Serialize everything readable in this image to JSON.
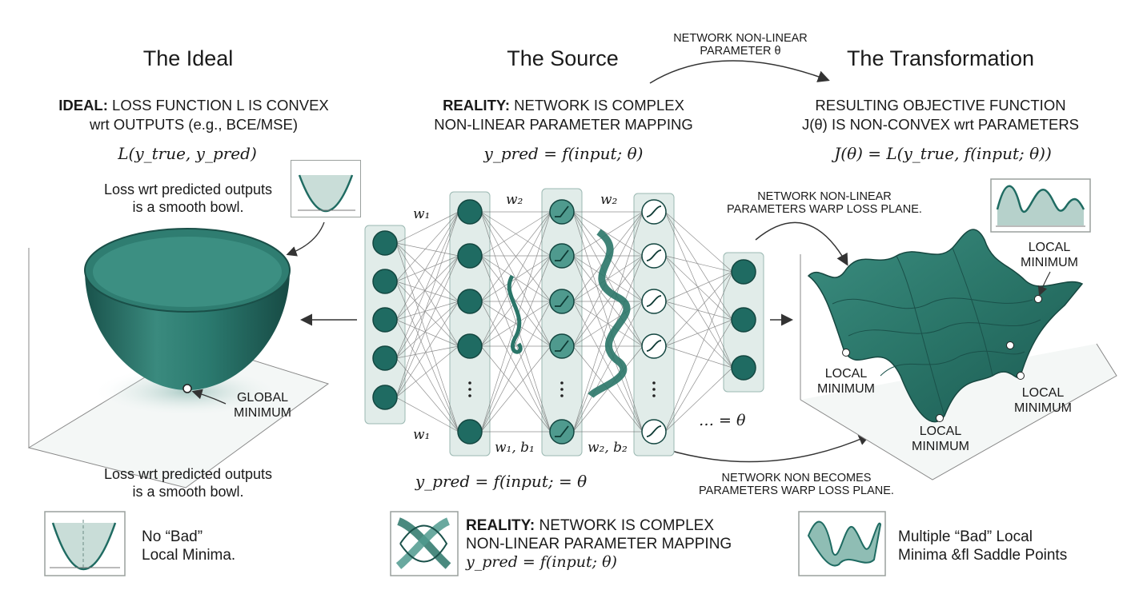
{
  "ideal": {
    "title": "The Ideal",
    "header_bold": "IDEAL:",
    "header_rest": " LOSS FUNCTION L IS CONVEX",
    "header_line2": "wrt OUTPUTS (e.g., BCE/MSE)",
    "formula": "L(y_true, y_pred)",
    "note_top_1": "Loss wrt predicted outputs",
    "note_top_2": "is a smooth bowl.",
    "global_min_1": "GLOBAL",
    "global_min_2": "MINIMUM",
    "note_bottom_1": "Loss wrt predicted outputs",
    "note_bottom_2": "is a smooth bowl.",
    "legend_1": "No “Bad”",
    "legend_2": "Local Minima."
  },
  "source": {
    "title": "The Source",
    "header_bold": "REALITY:",
    "header_rest": " NETWORK IS COMPLEX",
    "header_line2": "NON-LINEAR PARAMETER MAPPING",
    "formula": "y_pred = f(input; θ)",
    "w1_top": "w₁",
    "w2_top_a": "w₂",
    "w2_top_b": "w₂",
    "w1_bottom": "w₁",
    "w1b1": "w₁, b₁",
    "w2b2": "w₂, b₂",
    "dots_theta": "… = θ",
    "formula_bottom": "y_pred = f(input; = θ",
    "legend_bold": "REALITY:",
    "legend_rest": " NETWORK IS COMPLEX",
    "legend_2": "NON-LINEAR PARAMETER MAPPING",
    "legend_3": "y_pred = f(input; θ)"
  },
  "transformation": {
    "title": "The Transformation",
    "arrow_top_1": "NETWORK NON-LINEAR",
    "arrow_top_2": "PARAMETER θ",
    "header_line1": "RESULTING OBJECTIVE FUNCTION",
    "header_line2": "J(θ) IS NON-CONVEX wrt PARAMETERS",
    "formula": "J(θ) = L(y_true, f(input; θ))",
    "warp_1": "NETWORK NON-LINEAR",
    "warp_2": "PARAMETERS WARP LOSS PLANE.",
    "local_min_label_1": "LOCAL",
    "local_min_label_2": "MINIMUM",
    "bottom_note_1": "NETWORK NON BECOMES",
    "bottom_note_2": "PARAMETERS WARP LOSS PLANE.",
    "legend_1": "Multiple “Bad” Local",
    "legend_2": "Minima &fl Saddle Points"
  },
  "colors": {
    "teal": "#1f6b62",
    "teal_light": "#4f9a8e",
    "panel": "#e6efec"
  }
}
